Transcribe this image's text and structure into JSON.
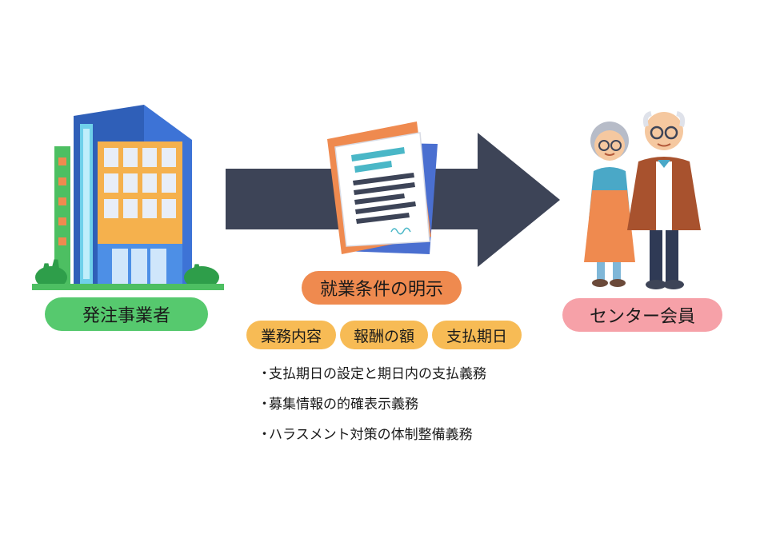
{
  "left_label": "発注事業者",
  "center_label": "就業条件の明示",
  "right_label": "センター会員",
  "tags": [
    "業務内容",
    "報酬の額",
    "支払期日"
  ],
  "bullet_marker": "・",
  "bullets": [
    "支払期日の設定と期日内の支払義務",
    "募集情報の的確表示義務",
    "ハラスメント対策の体制整備義務"
  ],
  "colors": {
    "arrow": "#3d4457",
    "left_pill": "#56c96e",
    "center_pill": "#ef8a4f",
    "right_pill": "#f6a1a8",
    "tag": "#f7bb55"
  }
}
